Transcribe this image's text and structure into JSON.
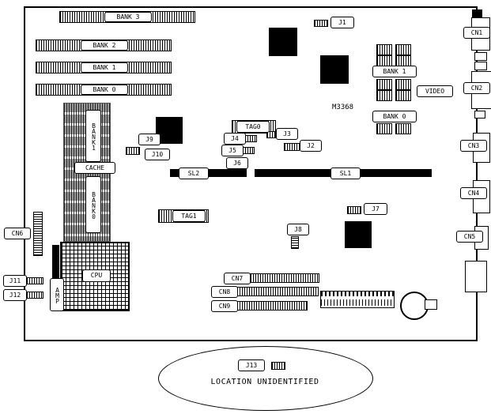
{
  "diagram": {
    "memory_banks": {
      "bank3": "BANK 3",
      "bank2": "BANK 2",
      "bank1": "BANK 1",
      "bank0": "BANK 0"
    },
    "cache_area": {
      "bank1": "BANK1",
      "cache": "CACHE",
      "bank0": "BANK0"
    },
    "video_memory": {
      "bank1": "BANK 1",
      "video": "VIDEO",
      "bank0": "BANK 0"
    },
    "chip_marking": "M3368",
    "jumpers": {
      "j1": "J1",
      "j2": "J2",
      "j3": "J3",
      "j4": "J4",
      "j5": "J5",
      "j6": "J6",
      "j7": "J7",
      "j8": "J8",
      "j9": "J9",
      "j10": "J10",
      "j11": "J11",
      "j12": "J12",
      "j13": "J13"
    },
    "slots": {
      "sl1": "SL1",
      "sl2": "SL2",
      "tag0": "TAG0",
      "tag1": "TAG1"
    },
    "connectors": {
      "cn1": "CN1",
      "cn2": "CN2",
      "cn3": "CN3",
      "cn4": "CN4",
      "cn5": "CN5",
      "cn6": "CN6",
      "cn7": "CN7",
      "cn8": "CN8",
      "cn9": "CN9"
    },
    "cpu": {
      "label": "CPU",
      "brand": "AMP"
    },
    "footer_note": "LOCATION UNIDENTIFIED"
  }
}
